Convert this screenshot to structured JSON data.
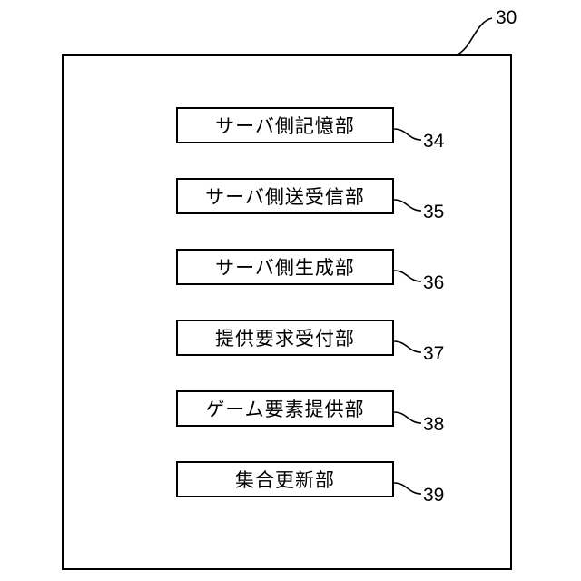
{
  "server": {
    "ref": "30",
    "units": [
      {
        "label": "サーバ側記憶部",
        "ref": "34"
      },
      {
        "label": "サーバ側送受信部",
        "ref": "35"
      },
      {
        "label": "サーバ側生成部",
        "ref": "36"
      },
      {
        "label": "提供要求受付部",
        "ref": "37"
      },
      {
        "label": "ゲーム要素提供部",
        "ref": "38"
      },
      {
        "label": "集合更新部",
        "ref": "39"
      }
    ]
  }
}
